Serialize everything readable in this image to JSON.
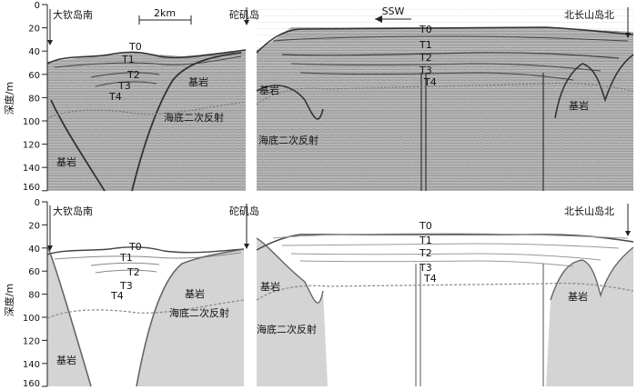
{
  "figure": {
    "y_axis_label": "深度/m",
    "depth_ticks": [
      0,
      20,
      40,
      60,
      80,
      100,
      120,
      140,
      160
    ],
    "scale_bar": "2km",
    "direction": "SSW",
    "top_panel": {
      "left_location": "大钦岛南",
      "middle_location": "砣矶岛",
      "right_location": "北长山岛北",
      "horizons_left": [
        "T0",
        "T1",
        "T2",
        "T3",
        "T4"
      ],
      "horizons_right": [
        "T0",
        "T1",
        "T2",
        "T3",
        "T4"
      ],
      "bedrock_labels": [
        "基岩",
        "基岩",
        "基岩",
        "基岩"
      ],
      "multiple_labels": [
        "海底二次反射",
        "海底二次反射"
      ]
    },
    "bottom_panel": {
      "left_location": "大钦岛南",
      "middle_location": "砣矶岛",
      "right_location": "北长山岛北",
      "horizons_left": [
        "T0",
        "T1",
        "T2",
        "T3",
        "T4"
      ],
      "horizons_right": [
        "T0",
        "T1",
        "T2",
        "T3",
        "T4"
      ],
      "bedrock_labels": [
        "基岩",
        "基岩",
        "基岩",
        "基岩"
      ],
      "multiple_labels": [
        "海底二次反射",
        "海底二次反射"
      ]
    },
    "colors": {
      "seismic_bg": "#bdbdbd",
      "bedrock_fill": "#d4d4d4",
      "line_dark": "#333333",
      "multiple_line": "#777777"
    }
  }
}
